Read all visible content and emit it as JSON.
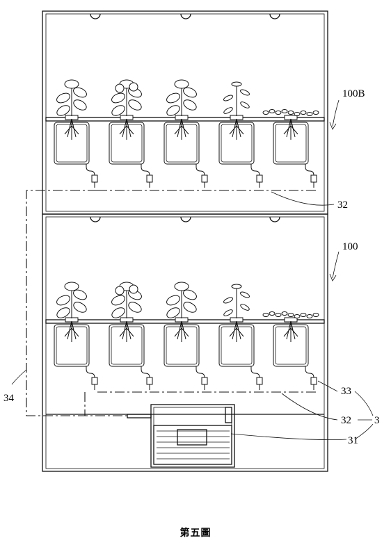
{
  "labels": {
    "upper_unit": "100B",
    "lower_unit": "100",
    "pipe_upper": "32",
    "pipe_lower": "32",
    "outlet": "33",
    "return_line": "34",
    "tank": "31",
    "system": "3"
  },
  "caption": "第五圖"
}
